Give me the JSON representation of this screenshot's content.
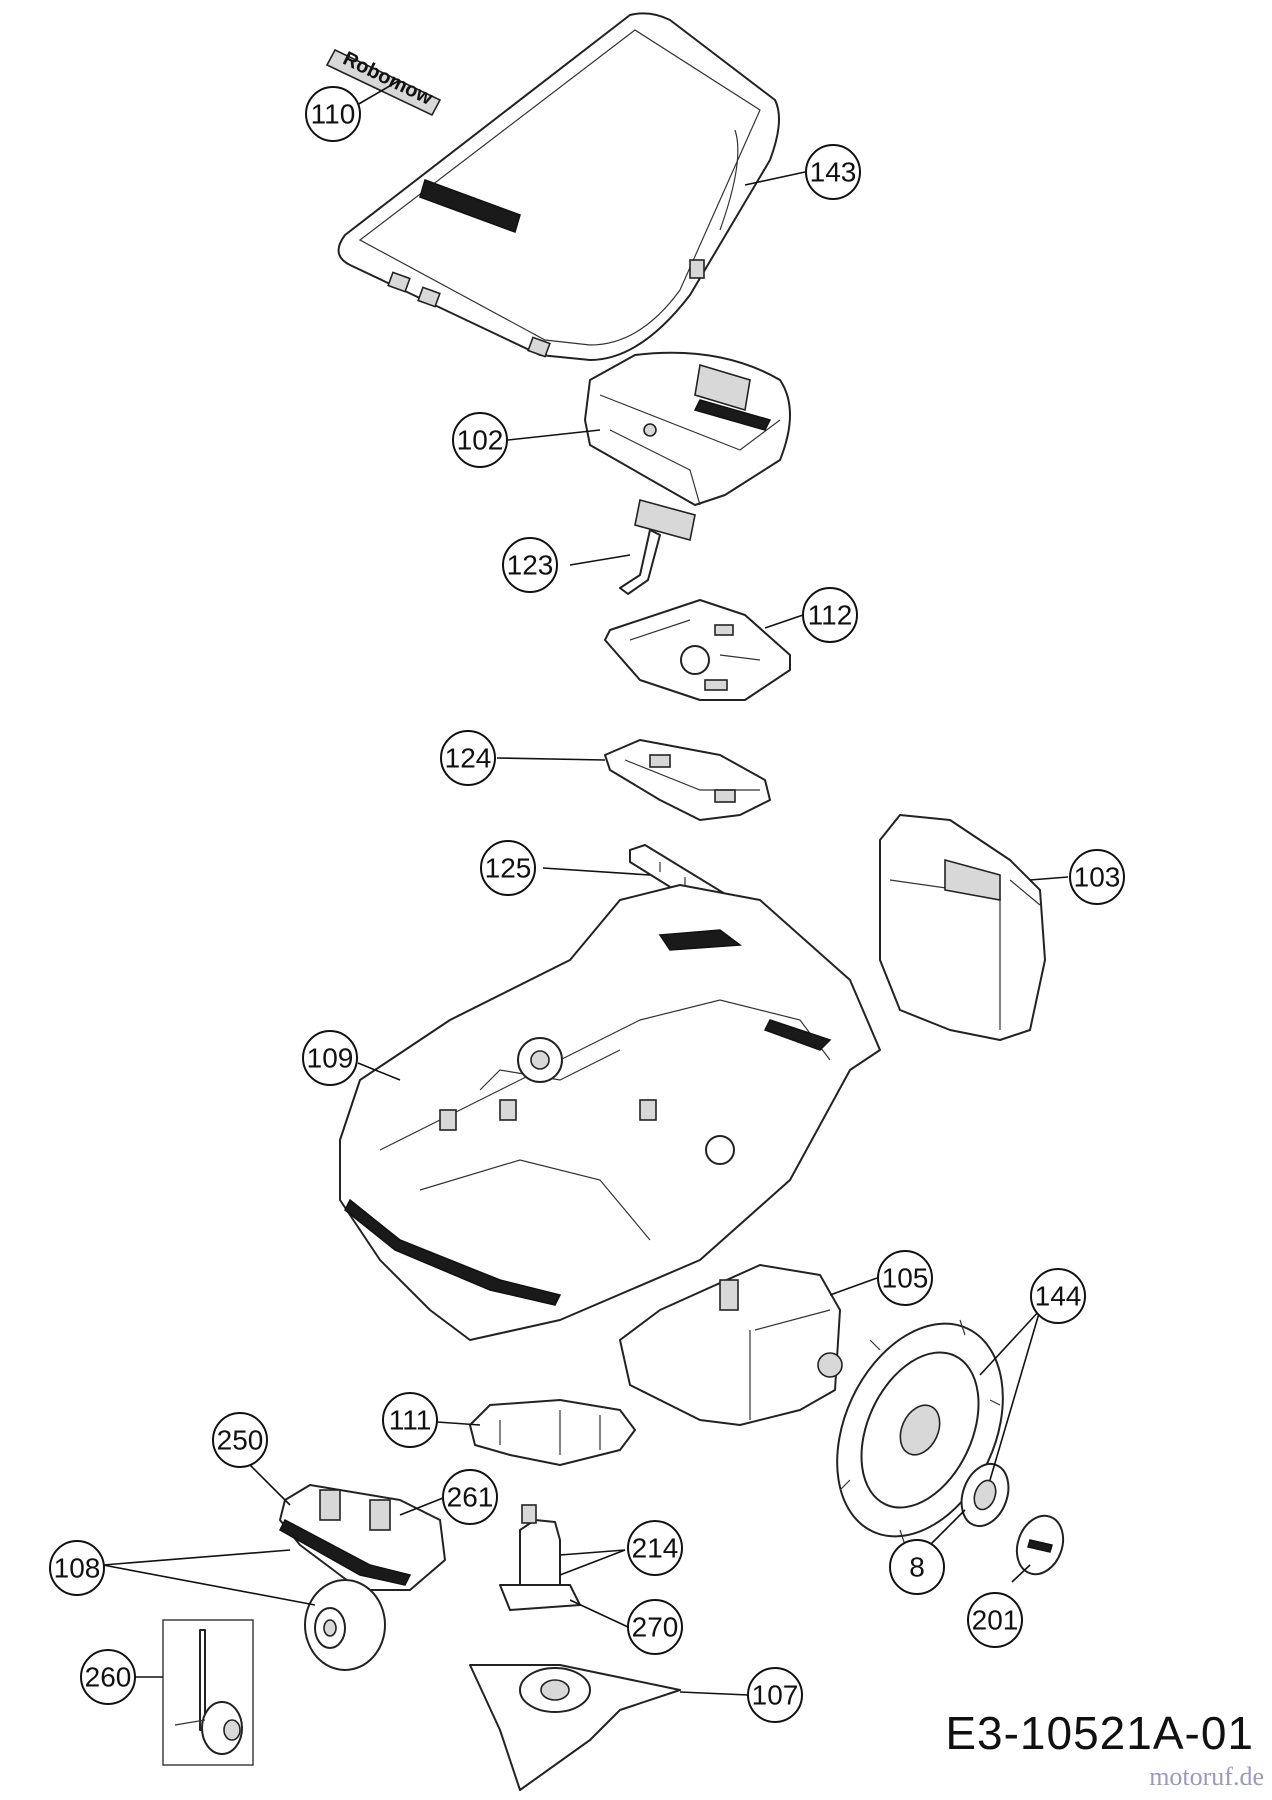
{
  "callouts": [
    {
      "id": "110",
      "label": "110"
    },
    {
      "id": "143",
      "label": "143"
    },
    {
      "id": "102",
      "label": "102"
    },
    {
      "id": "123",
      "label": "123"
    },
    {
      "id": "112",
      "label": "112"
    },
    {
      "id": "124",
      "label": "124"
    },
    {
      "id": "125",
      "label": "125"
    },
    {
      "id": "103",
      "label": "103"
    },
    {
      "id": "109",
      "label": "109"
    },
    {
      "id": "105",
      "label": "105"
    },
    {
      "id": "144",
      "label": "144"
    },
    {
      "id": "111",
      "label": "111"
    },
    {
      "id": "250",
      "label": "250"
    },
    {
      "id": "261",
      "label": "261"
    },
    {
      "id": "108",
      "label": "108"
    },
    {
      "id": "214",
      "label": "214"
    },
    {
      "id": "8",
      "label": "8"
    },
    {
      "id": "270",
      "label": "270"
    },
    {
      "id": "201",
      "label": "201"
    },
    {
      "id": "260",
      "label": "260"
    },
    {
      "id": "107",
      "label": "107"
    }
  ],
  "logo_text": "Robomow",
  "drawing_code": "E3-10521A-01",
  "watermark": "motoruf.de"
}
